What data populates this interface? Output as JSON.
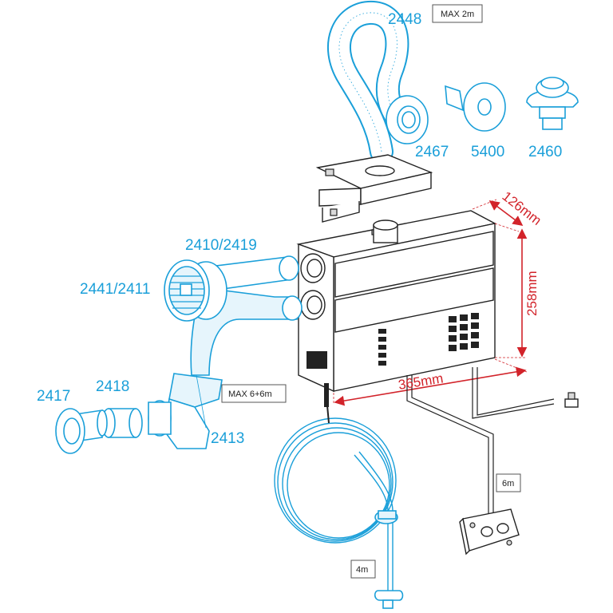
{
  "parts": {
    "p2448": "2448",
    "p2467": "2467",
    "p5400": "5400",
    "p2460": "2460",
    "p2410": "2410/2419",
    "p2441": "2441/2411",
    "p2417": "2417",
    "p2418": "2418",
    "p2413": "2413"
  },
  "dimensions": {
    "depth": "126mm",
    "height": "258mm",
    "width": "365mm"
  },
  "boxes": {
    "max_2m": "MAX 2m",
    "max_6_6m": "MAX 6+6m",
    "cable_6m": "6m",
    "cable_4m": "4m"
  },
  "colors": {
    "accessory": "#1a9fd9",
    "dimension": "#d2232a",
    "unit": "#222222"
  }
}
